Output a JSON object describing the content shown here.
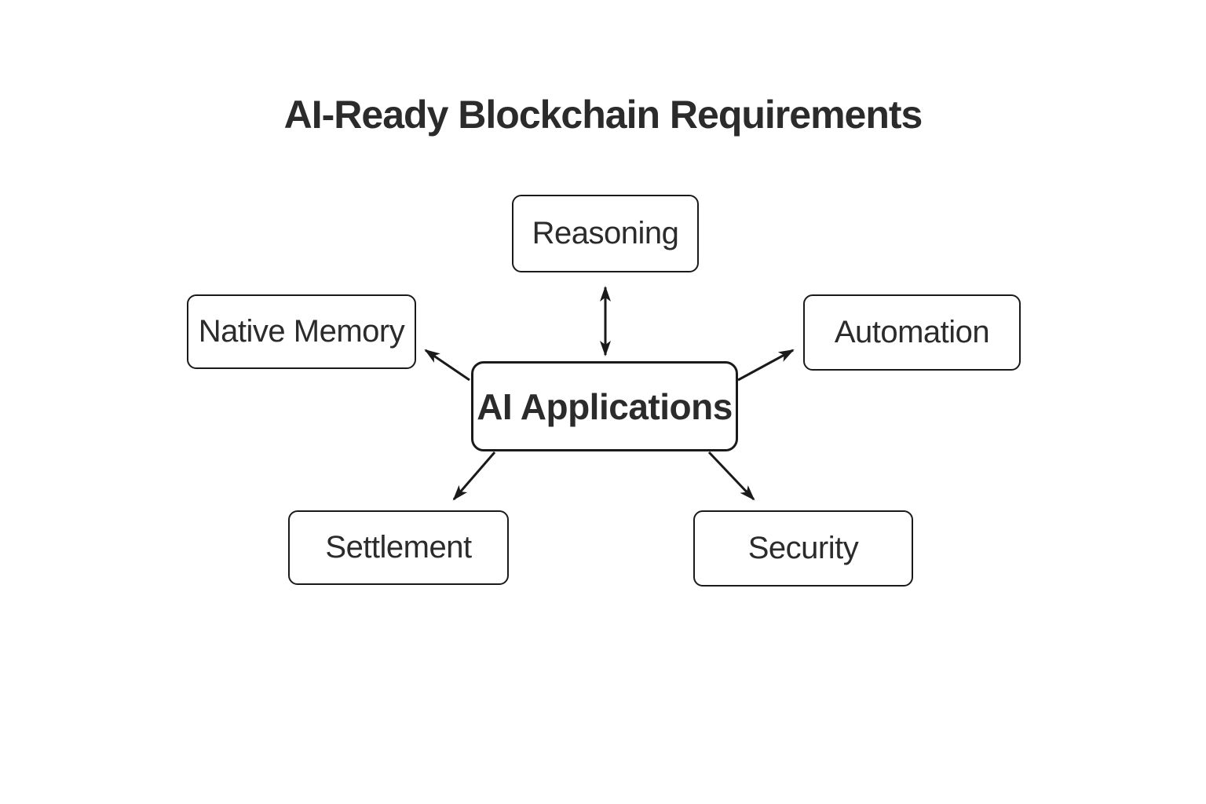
{
  "diagram": {
    "title": "AI-Ready Blockchain Requirements",
    "center_node": {
      "id": "ai-applications",
      "label": "AI Applications"
    },
    "nodes": [
      {
        "id": "reasoning",
        "label": "Reasoning",
        "position": "top",
        "arrow": "bidirectional-with-center"
      },
      {
        "id": "native-memory",
        "label": "Native Memory",
        "position": "left",
        "arrow": "from-center"
      },
      {
        "id": "automation",
        "label": "Automation",
        "position": "right",
        "arrow": "from-center"
      },
      {
        "id": "settlement",
        "label": "Settlement",
        "position": "bottom-left",
        "arrow": "from-center"
      },
      {
        "id": "security",
        "label": "Security",
        "position": "bottom-right",
        "arrow": "from-center"
      }
    ],
    "colors": {
      "stroke": "#1a1a1a",
      "text": "#2b2b2b",
      "node_fill": "#ffffff",
      "background": "#ffffff"
    }
  }
}
